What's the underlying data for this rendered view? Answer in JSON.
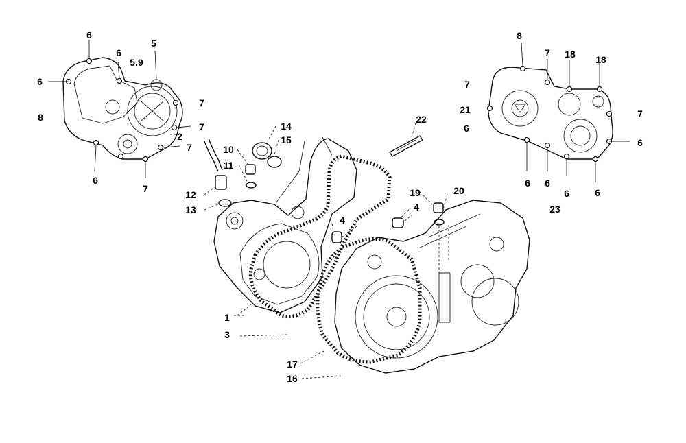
{
  "labels": {
    "l1": "1",
    "l2": "2",
    "l3": "3",
    "l4a": "4",
    "l4b": "4",
    "l5": "5",
    "l59": "5.9",
    "l6a": "6",
    "l6b": "6",
    "l6c": "6",
    "l6d": "6",
    "l6e": "6",
    "l6f": "6",
    "l6g": "6",
    "l6h": "6",
    "l6i": "6",
    "l7a": "7",
    "l7b": "7",
    "l7c": "7",
    "l7d": "7",
    "l7e": "7",
    "l7f": "7",
    "l7g": "7",
    "l8a": "8",
    "l8b": "8",
    "l10": "10",
    "l11": "11",
    "l12": "12",
    "l13": "13",
    "l14": "14",
    "l15": "15",
    "l16": "16",
    "l17": "17",
    "l18a": "18",
    "l18b": "18",
    "l19": "19",
    "l20": "20",
    "l21": "21",
    "l22": "22",
    "l23": "23"
  }
}
